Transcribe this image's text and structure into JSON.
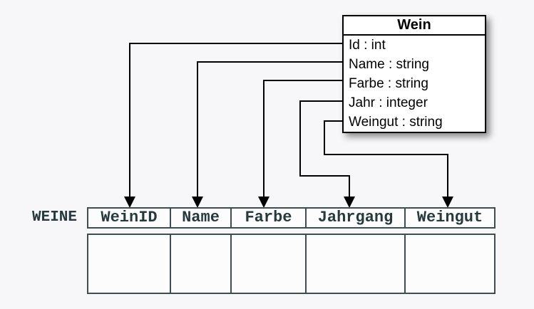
{
  "class_box": {
    "title": "Wein",
    "attributes": [
      "Id : int",
      "Name : string",
      "Farbe : string",
      "Jahr : integer",
      "Weingut : string"
    ]
  },
  "table": {
    "label": "WEINE",
    "columns": [
      "WeinID",
      "Name",
      "Farbe",
      "Jahrgang",
      "Weingut"
    ],
    "empty_row": [
      "",
      "",
      "",
      "",
      ""
    ]
  },
  "mappings": [
    {
      "attribute": "Id",
      "column": "WeinID"
    },
    {
      "attribute": "Name",
      "column": "Name"
    },
    {
      "attribute": "Farbe",
      "column": "Farbe"
    },
    {
      "attribute": "Jahr",
      "column": "Jahrgang"
    },
    {
      "attribute": "Weingut",
      "column": "Weingut"
    }
  ],
  "colors": {
    "background": "#f7f7f9",
    "class_box_border": "#000000",
    "class_box_fill": "#ffffff",
    "class_box_text": "#000000",
    "table_border": "#3e4d52",
    "table_text": "#263a3e",
    "table_cell_fill": "#fcfcfd",
    "arrow": "#000000"
  }
}
